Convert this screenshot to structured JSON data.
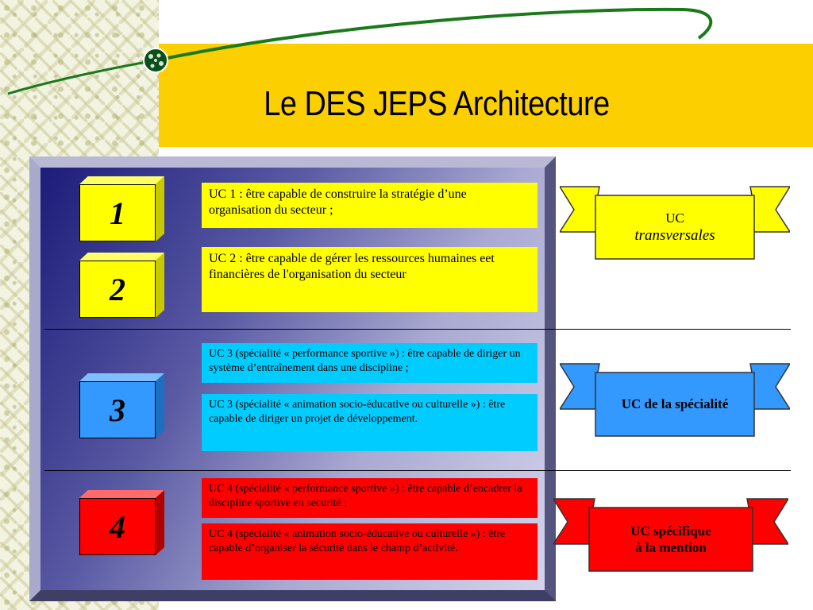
{
  "slide": {
    "title": "Le DES JEPS Architecture"
  },
  "cubes": [
    {
      "number": "1",
      "color": "#ffff00"
    },
    {
      "number": "2",
      "color": "#ffff00"
    },
    {
      "number": "3",
      "color": "#3399ff"
    },
    {
      "number": "4",
      "color": "#ff0000"
    }
  ],
  "units": [
    {
      "text": "UC 1   : être capable de construire la stratégie d’une organisation du secteur  ;"
    },
    {
      "text": "UC 2   : être capable de gérer les ressources humaines eet financières de l'organisation du secteur"
    },
    {
      "text": "UC 3 (spécialité « performance sportive »)  : être capable de diriger un système d’entraînement dans une discipline ;"
    },
    {
      "text": "UC 3 (spécialité « animation socio-éducative ou culturelle »)  : être capable de diriger un projet de développement."
    },
    {
      "text": "UC 4 (spécialité « performance sportive »)  : être capable d’encadrer la discipline sportive en securité  ;"
    },
    {
      "text": "UC 4 (spécialité « animation socio-éducative ou culturelle »)  : être capable d’organiser la sécurité dans le champ d’activité."
    }
  ],
  "banners": [
    {
      "line1": "UC",
      "line2": "transversales",
      "color": "#ffff00"
    },
    {
      "line1": "UC de la spécialité",
      "line2": "",
      "color": "#3399ff"
    },
    {
      "line1": "UC spécifique",
      "line2": "à la mention",
      "color": "#ff0000"
    }
  ],
  "colors": {
    "band": "#fccf01",
    "yellow": "#ffff00",
    "blue": "#3399ff",
    "cyan": "#00ccff",
    "red": "#ff0000",
    "swoosh": "#1a7a1a"
  }
}
